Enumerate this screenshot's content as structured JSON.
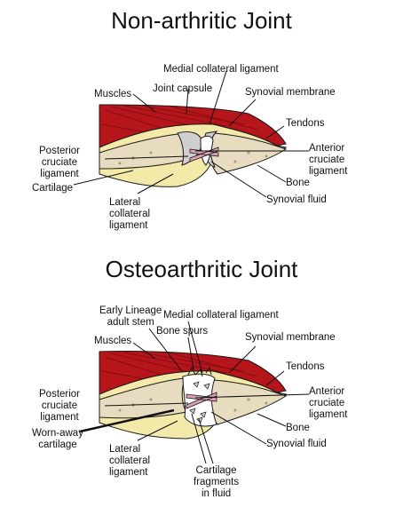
{
  "panels": [
    {
      "title": "Non-arthritic Joint",
      "labels": {
        "medial_collateral_ligament": "Medial collateral ligament",
        "joint_capsule": "Joint capsule",
        "synovial_membrane": "Synovial membrane",
        "muscles": "Muscles",
        "tendons": "Tendons",
        "posterior_cruciate_ligament": "Posterior\ncruciate\nligament",
        "anterior_cruciate_ligament": "Anterior\ncruciate\nligament",
        "cartilage": "Cartilage",
        "bone": "Bone",
        "lateral_collateral_ligament": "Lateral\ncollateral\nligament",
        "synovial_fluid": "Synovial fluid"
      }
    },
    {
      "title": "Osteoarthritic Joint",
      "labels": {
        "early_lineage_adult_stem": "Early Lineage\nadult stem",
        "medial_collateral_ligament": "Medial collateral ligament",
        "bone_spurs": "Bone spurs",
        "synovial_membrane": "Synovial membrane",
        "muscles": "Muscles",
        "tendons": "Tendons",
        "posterior_cruciate_ligament": "Posterior\ncruciate\nligament",
        "anterior_cruciate_ligament": "Anterior\ncruciate\nligament",
        "worn_away_cartilage": "Worn-away\ncartilage",
        "bone": "Bone",
        "lateral_collateral_ligament": "Lateral\ncollateral\nligament",
        "synovial_fluid": "Synovial fluid",
        "cartilage_fragments": "Cartilage\nfragments\nin fluid"
      }
    }
  ],
  "colors": {
    "muscle": "#b5151b",
    "bone": "#e8dcc0",
    "capsule": "#f3e9a8",
    "synovial_membrane": "#f0f0f0",
    "ligament": "#d9a0b0",
    "outline": "#1a1a1a"
  }
}
